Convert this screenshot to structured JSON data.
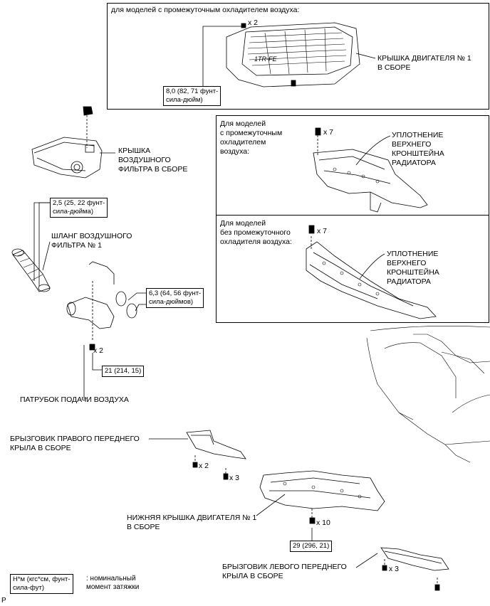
{
  "panels": {
    "intercooler_cover_title": "для моделей с промежуточным охладителем воздуха:",
    "with_intercooler_title": "Для моделей\nс промежуточным\nохладителем\nвоздуха:",
    "without_intercooler_title": "Для моделей\nбез промежуточного\nохладителя воздуха:"
  },
  "parts": {
    "engine_cover": "КРЫШКА ДВИГАТЕЛЯ № 1\nВ СБОРЕ",
    "air_filter_cover": "КРЫШКА\nВОЗДУШНОГО\nФИЛЬТРА В СБОРЕ",
    "radiator_seal_1": "УПЛОТНЕНИЕ\nВЕРХНЕГО\nКРОНШТЕЙНА\nРАДИАТОРА",
    "radiator_seal_2": "УПЛОТНЕНИЕ\nВЕРХНЕГО\nКРОНШТЕЙНА\nРАДИАТОРА",
    "air_filter_hose": "ШЛАНГ ВОЗДУШНОГО\nФИЛЬТРА № 1",
    "intake_pipe": "ПАТРУБОК ПОДАЧИ ВОЗДУХА",
    "rh_splash_shield": "БРЫЗГОВИК ПРАВОГО ПЕРЕДНЕГО\nКРЫЛА В СБОРЕ",
    "lower_engine_cover": "НИЖНЯЯ КРЫШКА ДВИГАТЕЛЯ № 1\nВ СБОРЕ",
    "lh_splash_shield": "БРЫЗГОВИК ЛЕВОГО ПЕРЕДНЕГО\nКРЫЛА В СБОРЕ"
  },
  "torques": {
    "engine_cover": "8,0 (82, 71 фунт-\nсила-дюйм)",
    "hose_clamp": "2,5 (25, 22 фунт-\nсила-дюйма)",
    "pipe_clamp": "6,3 (64, 56 фунт-\nсила-дюймов)",
    "pipe_bolt": "21 (214, 15)",
    "lower_cover": "29 (296, 21)"
  },
  "counts": {
    "engine_cover_nuts": "x 2",
    "seal1_clips": "x 7",
    "seal2_clips": "x 7",
    "pipe_bolts": "x 2",
    "rh_a": "x 2",
    "rh_b": "x 3",
    "lower_cover_bolts": "x 10",
    "lh_bolts": "x 3"
  },
  "legend": {
    "unit": "Н*м (кгс*см, фунт-\nсила-фут)",
    "desc": ": номинальный\nмомент затяжки"
  },
  "engine_cover_branding": "1TR-FE",
  "corner_mark": "P"
}
